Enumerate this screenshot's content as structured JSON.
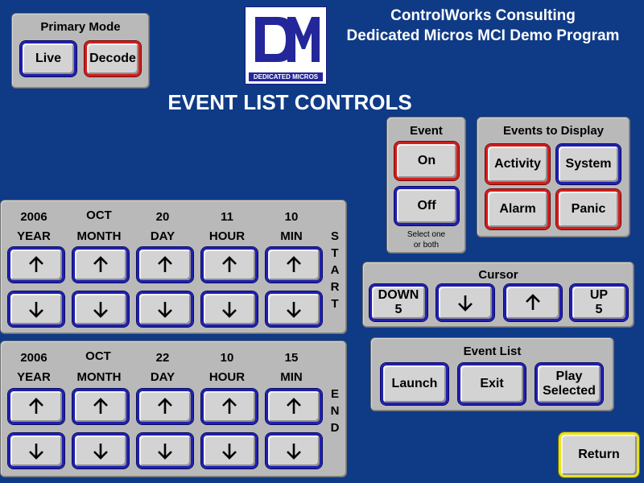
{
  "header": {
    "company": "ControlWorks Consulting",
    "program": "Dedicated Micros MCI Demo Program",
    "logo_text": "DEDICATED MICROS",
    "page_title": "EVENT LIST CONTROLS"
  },
  "primary_mode": {
    "title": "Primary Mode",
    "live": "Live",
    "decode": "Decode"
  },
  "event": {
    "title": "Event",
    "on": "On",
    "off": "Off",
    "hint_line1": "Select one",
    "hint_line2": "or both"
  },
  "events_to_display": {
    "title": "Events to Display",
    "activity": "Activity",
    "system": "System",
    "alarm": "Alarm",
    "panic": "Panic"
  },
  "cursor": {
    "title": "Cursor",
    "down5_line1": "DOWN",
    "down5_line2": "5",
    "up5_line1": "UP",
    "up5_line2": "5"
  },
  "event_list": {
    "title": "Event List",
    "launch": "Launch",
    "exit": "Exit",
    "play_line1": "Play",
    "play_line2": "Selected"
  },
  "start": {
    "side_label": [
      "S",
      "T",
      "A",
      "R",
      "T"
    ],
    "fields": [
      {
        "value": "2006",
        "label": "YEAR"
      },
      {
        "value": "OCT",
        "label": "MONTH"
      },
      {
        "value": "20",
        "label": "DAY"
      },
      {
        "value": "11",
        "label": "HOUR"
      },
      {
        "value": "10",
        "label": "MIN"
      }
    ]
  },
  "end": {
    "side_label": [
      "E",
      "N",
      "D"
    ],
    "fields": [
      {
        "value": "2006",
        "label": "YEAR"
      },
      {
        "value": "OCT",
        "label": "MONTH"
      },
      {
        "value": "22",
        "label": "DAY"
      },
      {
        "value": "10",
        "label": "HOUR"
      },
      {
        "value": "15",
        "label": "MIN"
      }
    ]
  },
  "footer": {
    "return": "Return"
  },
  "icons": {
    "up": "arrow-up-icon",
    "down": "arrow-down-icon"
  },
  "colors": {
    "background": "#0f3a86",
    "panel": "#b9b9b9",
    "button": "#d3d3d3",
    "selected_border": "#d31c1c",
    "normal_border": "#1f1fb0",
    "return_border": "#e7e21c"
  }
}
